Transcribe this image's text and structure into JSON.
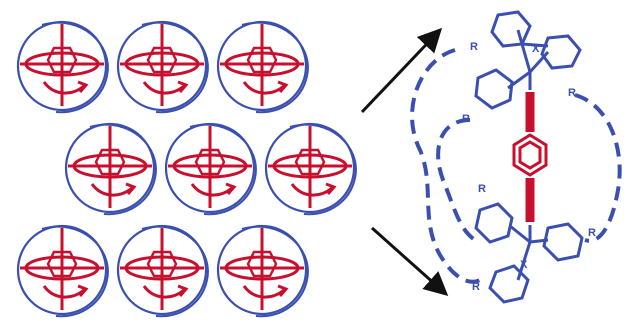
{
  "colors": {
    "sphere": "#3a4fb0",
    "rotor": "#c8102e",
    "molecule": "#3a4fb0",
    "arrow": "#111111",
    "background": "#ffffff"
  },
  "array": {
    "rows": [
      3,
      3,
      3
    ],
    "count": 9
  },
  "molecule": {
    "substituent_labels": [
      "R",
      "X",
      "R",
      "R",
      "R",
      "R",
      "X",
      "R"
    ]
  }
}
